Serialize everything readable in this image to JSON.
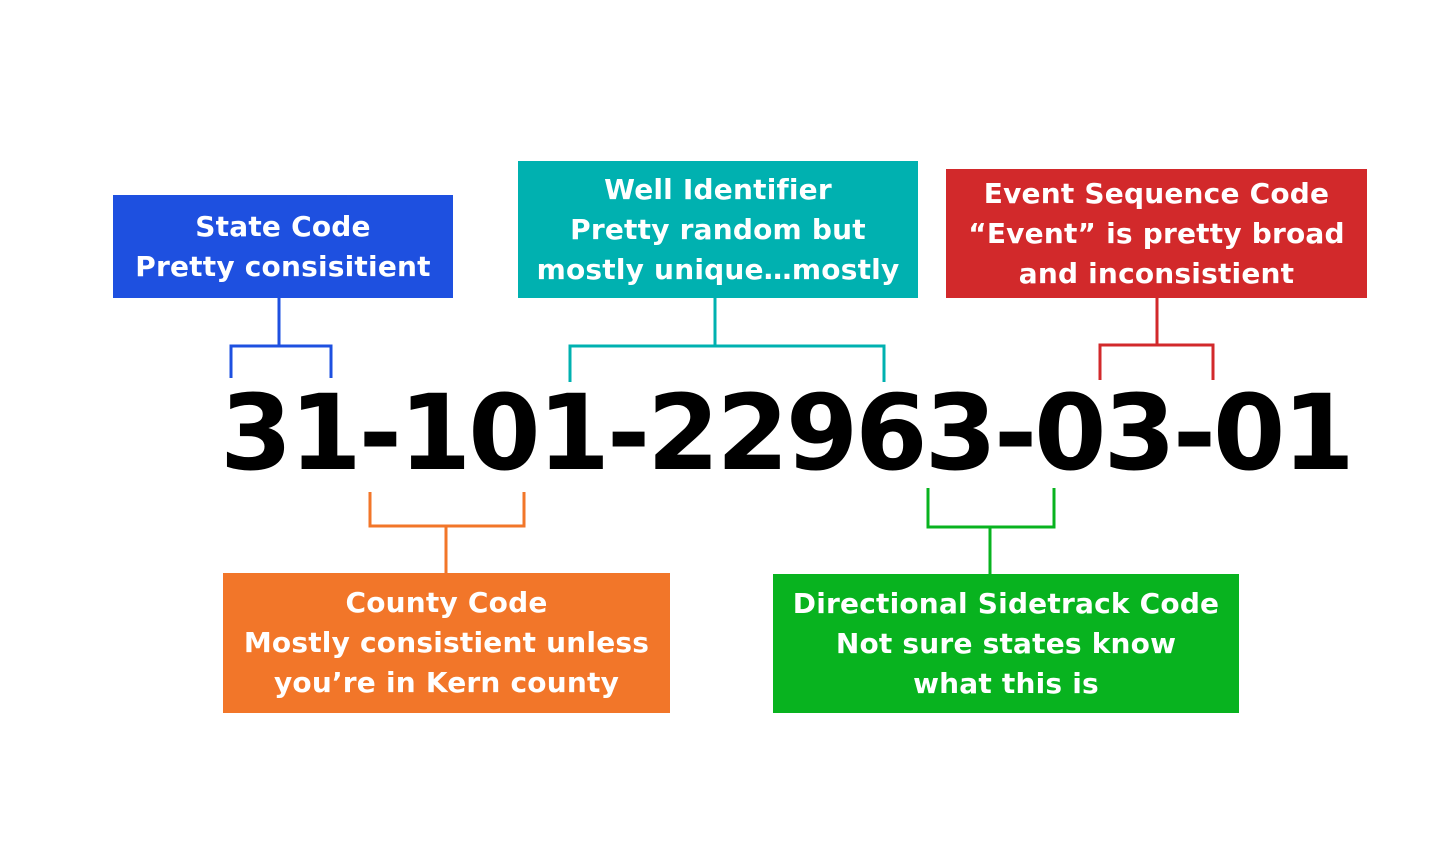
{
  "api_number": "31-101-22963-03-01",
  "segments": {
    "state": {
      "title": "State Code",
      "lines": [
        "Pretty consisitient"
      ],
      "color": "#1e50e0"
    },
    "well": {
      "title": "Well Identifier",
      "lines": [
        "Pretty random but",
        "mostly unique…mostly"
      ],
      "color": "#00b1b0"
    },
    "event": {
      "title": "Event Sequence Code",
      "lines": [
        "“Event” is pretty broad",
        "and inconsistient"
      ],
      "color": "#d2292b"
    },
    "county": {
      "title": "County Code",
      "lines": [
        "Mostly consistient unless",
        "you’re in Kern county"
      ],
      "color": "#f27629"
    },
    "directional": {
      "title": "Directional Sidetrack Code",
      "lines": [
        "Not sure states know",
        "what this is"
      ],
      "color": "#08b31f"
    }
  }
}
